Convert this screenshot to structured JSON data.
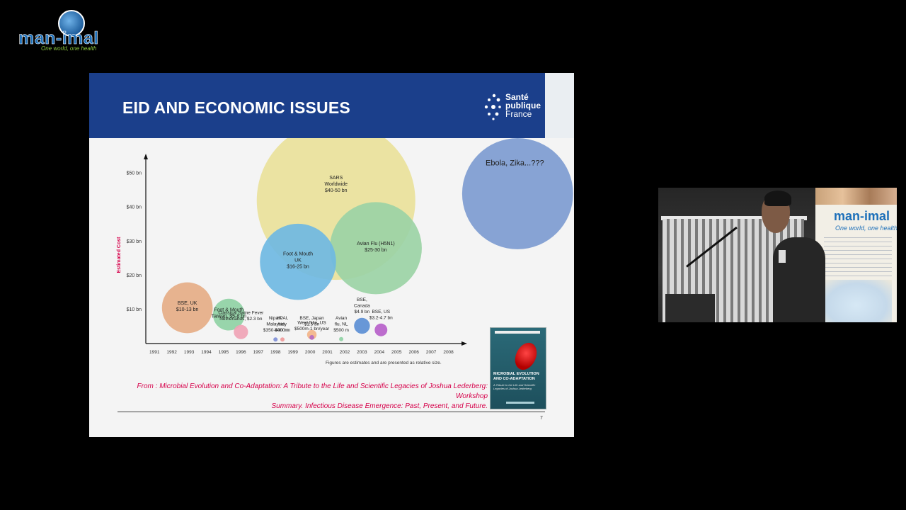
{
  "logo": {
    "text": "man-imal",
    "tagline": "One world, one health"
  },
  "slide": {
    "title": "EID AND ECONOMIC ISSUES",
    "brand": {
      "line1": "Santé",
      "line2": "publique",
      "line3": "France"
    },
    "citation_line1": "From : Microbial Evolution and Co-Adaptation: A Tribute to the Life and Scientific Legacies of Joshua Lederberg: Workshop",
    "citation_line2": "Summary. Infectious Disease Emergence: Past, Present, and Future.",
    "page_number": "7",
    "book": {
      "title": "MICROBIAL EVOLUTION AND CO-ADAPTATION",
      "subtitle": "A Tribute to the Life and Scientific Legacies of Joshua Lederberg"
    }
  },
  "chart_data": {
    "type": "bubble",
    "ylabel": "Estimated Cost",
    "yticks": [
      "$10 bn",
      "$20 bn",
      "$30 bn",
      "$40 bn",
      "$50 bn"
    ],
    "ytick_values": [
      10,
      20,
      30,
      40,
      50
    ],
    "ylim": [
      0,
      52
    ],
    "xlim": [
      1990.5,
      2009
    ],
    "xticks": [
      "1991",
      "1992",
      "1993",
      "1994",
      "1995",
      "1996",
      "1997",
      "1998",
      "1999",
      "2000",
      "2001",
      "2002",
      "2003",
      "2004",
      "2005",
      "2006",
      "2007",
      "2008"
    ],
    "footnote": "Figures are estimates and are presented as relative size.",
    "grid": false,
    "bubbles": [
      {
        "labels": [
          "SARS",
          "Worldwide",
          "$40-50 bn"
        ],
        "year": 2001.5,
        "value": 42,
        "r": 1.0,
        "color": "#e9e19a"
      },
      {
        "labels": [
          "Avian Flu (H5N1)",
          "$25-30 bn"
        ],
        "year": 2003.8,
        "value": 28,
        "r": 0.58,
        "color": "#9bd3a5"
      },
      {
        "labels": [
          "Foot & Mouth",
          "UK",
          "$16-25 bn"
        ],
        "year": 1999.3,
        "value": 24,
        "r": 0.48,
        "color": "#6fb9e2"
      },
      {
        "labels": [
          "BSE, UK",
          "$10-13 bn"
        ],
        "year": 1992.9,
        "value": 10.5,
        "r": 0.32,
        "color": "#e5ad86"
      },
      {
        "labels": [
          "Foot & Mouth",
          "Taiwan, $5-8 bn"
        ],
        "year": 1995.3,
        "value": 8.5,
        "r": 0.2,
        "color": "#8fd1a4"
      },
      {
        "labels": [
          "Classical Swine Fever",
          "Netherlands, $2.3 bn"
        ],
        "year": 1996.0,
        "value": 3.4,
        "r": 0.09,
        "color": "#efa3b5"
      },
      {
        "labels": [
          "Nipah,",
          "Malaysia",
          "$350-400 m"
        ],
        "year": 1998.0,
        "value": 1.2,
        "r": 0.02,
        "color": "#7f8fd6"
      },
      {
        "labels": [
          "HPAI,",
          "Italy",
          "$400 m"
        ],
        "year": 1998.4,
        "value": 1.2,
        "r": 0.018,
        "color": "#ef9a9a"
      },
      {
        "labels": [
          "BSE, Japan",
          "$1.5 bn"
        ],
        "year": 2000.1,
        "value": 2.6,
        "r": 0.06,
        "color": "#f2b489"
      },
      {
        "labels": [
          "West Nile, US",
          "$500m-1 bn/year"
        ],
        "year": 2000.1,
        "value": 1.8,
        "r": 0.03,
        "color": "#b66ac2"
      },
      {
        "labels": [
          "Avian",
          "flu, NL",
          "$500 m"
        ],
        "year": 2001.8,
        "value": 1.3,
        "r": 0.02,
        "color": "#8fd1a4"
      },
      {
        "labels": [
          "BSE,",
          "Canada",
          "$4.9 bn"
        ],
        "year": 2003.0,
        "value": 5.2,
        "r": 0.1,
        "color": "#5b8ed4"
      },
      {
        "labels": [
          "BSE, US",
          "$3.2-4.7 bn"
        ],
        "year": 2004.1,
        "value": 4.0,
        "r": 0.08,
        "color": "#b65fc9"
      },
      {
        "labels": [
          "Ebola, Zika...???"
        ],
        "year": 2012.0,
        "value": 44,
        "r": 0.7,
        "color": "#7d9bd0"
      }
    ]
  },
  "video": {
    "banner_logo": "man-imal",
    "banner_tagline": "One world, one health"
  }
}
